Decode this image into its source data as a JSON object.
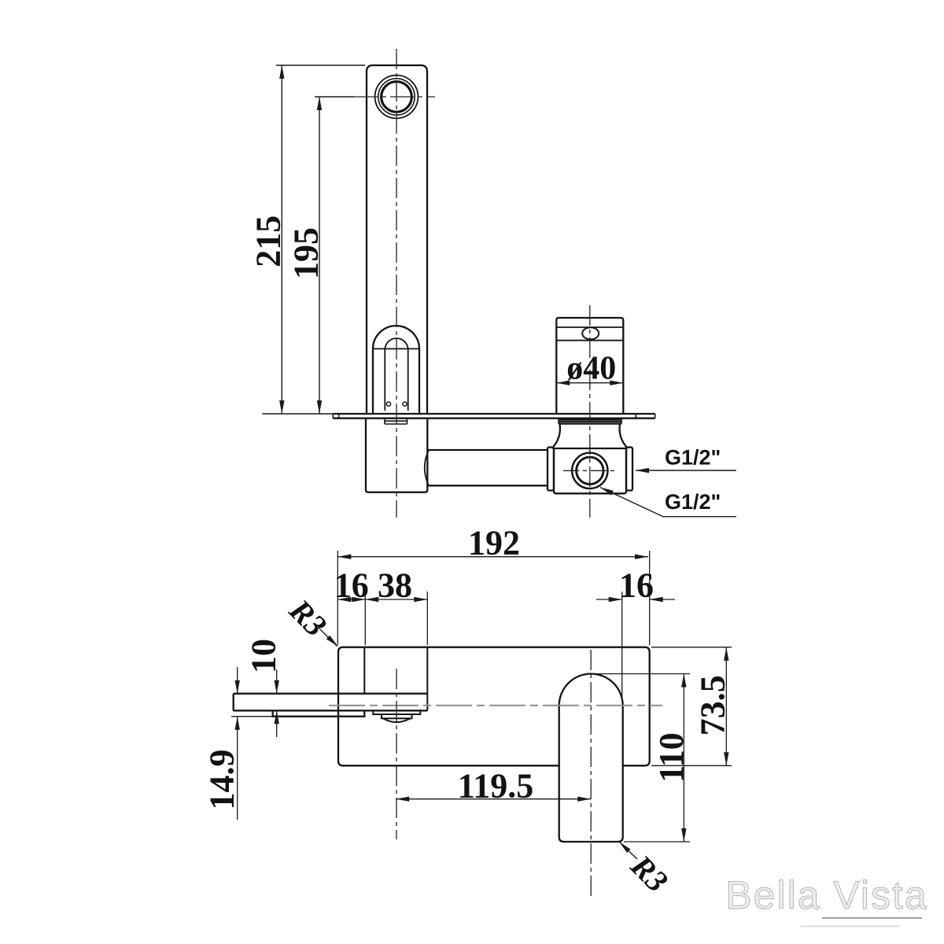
{
  "drawing": {
    "title": "wall-mixer-dimension-drawing",
    "watermark": "Bella Vista",
    "colors": {
      "line": "#141414",
      "thin_line": "#1a1a1a",
      "centerline_gray": "#8c8c8c",
      "watermark_fill": "#f0f0f0",
      "watermark_stroke": "#b4b4b4"
    },
    "view_side": {
      "dim_overall_height": "215",
      "dim_outlet_height": "195",
      "dim_handle_diameter": "ø40",
      "label_inlet_top": "G1/2\"",
      "label_inlet_bottom": "G1/2\""
    },
    "view_front": {
      "dim_plate_width": "192",
      "dim_spout_inset": "16",
      "dim_spout_base_width": "38",
      "dim_handle_inset": "16",
      "dim_spout_drop": "10",
      "dim_spout_tip_height": "14.9",
      "dim_spout_to_handle": "119.5",
      "dim_handle_length": "110",
      "dim_plate_height": "73.5",
      "label_radius_plate": "R3",
      "label_radius_handle": "R3"
    }
  }
}
